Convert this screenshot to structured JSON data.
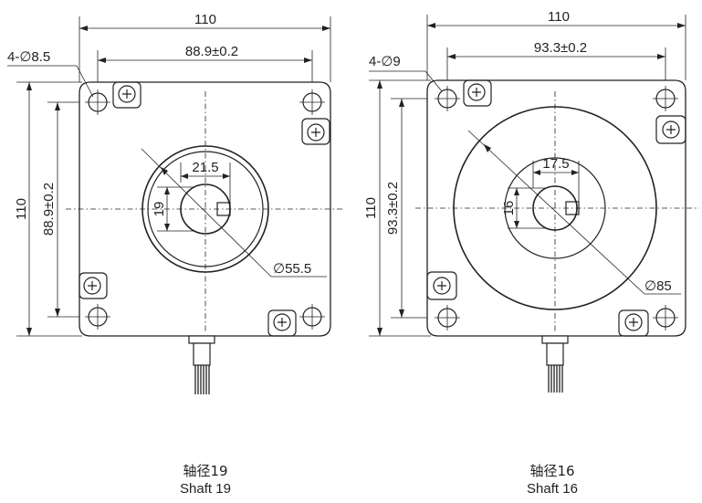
{
  "views": [
    {
      "id": "shaft19",
      "overall_width": "110",
      "overall_height": "110",
      "hole_spacing_h": "88.9±0.2",
      "hole_spacing_v": "88.9±0.2",
      "hole_callout": "4-∅8.5",
      "bore_width": "21.5",
      "bore_height": "19",
      "outer_diameter": "∅55.5",
      "caption_cn": "轴径19",
      "caption_en": "Shaft 19"
    },
    {
      "id": "shaft16",
      "overall_width": "110",
      "overall_height": "110",
      "hole_spacing_h": "93.3±0.2",
      "hole_spacing_v": "93.3±0.2",
      "hole_callout": "4-∅9",
      "bore_width": "17.5",
      "bore_height": "16",
      "outer_diameter": "∅85",
      "caption_cn": "轴径16",
      "caption_en": "Shaft 16"
    }
  ]
}
